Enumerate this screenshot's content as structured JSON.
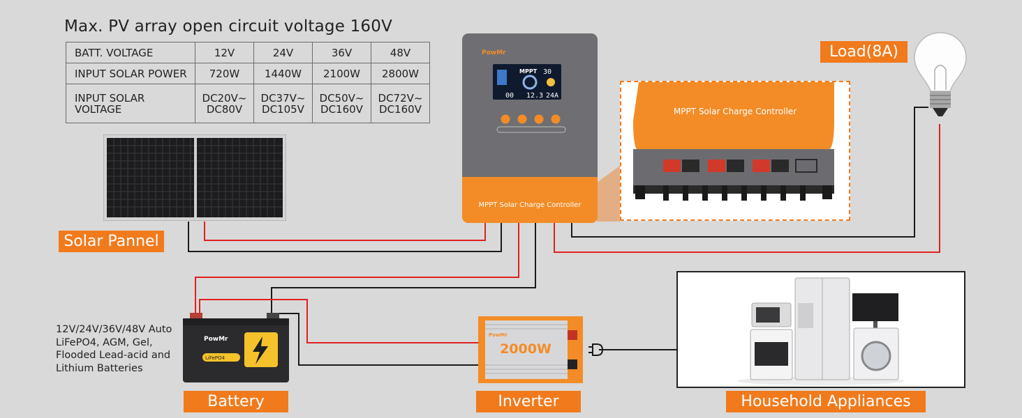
{
  "title": "Max. PV array open circuit voltage 160V",
  "spec_table": {
    "rows": [
      {
        "label": "BATT. VOLTAGE",
        "values": [
          "12V",
          "24V",
          "36V",
          "48V"
        ]
      },
      {
        "label": "INPUT SOLAR POWER",
        "values": [
          "720W",
          "1440W",
          "2100W",
          "2800W"
        ]
      },
      {
        "label": "INPUT SOLAR\nVOLTAGE",
        "values": [
          "DC20V~\nDC80V",
          "DC37V~\nDC105V",
          "DC50V~\nDC160V",
          "DC72V~\nDC160V"
        ]
      }
    ]
  },
  "labels": {
    "solar": "Solar Pannel",
    "battery": "Battery",
    "inverter": "Inverter",
    "appliances": "Household Appliances",
    "load": "Load(8A)"
  },
  "battery_note": [
    "12V/24V/36V/48V Auto",
    "LiFePO4, AGM, Gel,",
    "Flooded Lead-acid and",
    "Lithium Batteries"
  ],
  "controller": {
    "brand": "PowMr",
    "front_label": "MPPT Solar Charge Controller",
    "screen": {
      "mode": "MPPT",
      "readout_top": "30",
      "readout_left": "00",
      "readout_mid": "12.3",
      "readout_right": "24A"
    }
  },
  "zoom_label": "MPPT Solar Charge Controller",
  "battery_brand": "PowMr",
  "battery_badge": "LiFePO4",
  "inverter_text": "2000W",
  "inverter_brand": "PowMr",
  "colors": {
    "accent": "#f17a1c",
    "wire_pos": "#e02020",
    "wire_neg": "#1a1a1a",
    "background": "#d9d9d9"
  }
}
